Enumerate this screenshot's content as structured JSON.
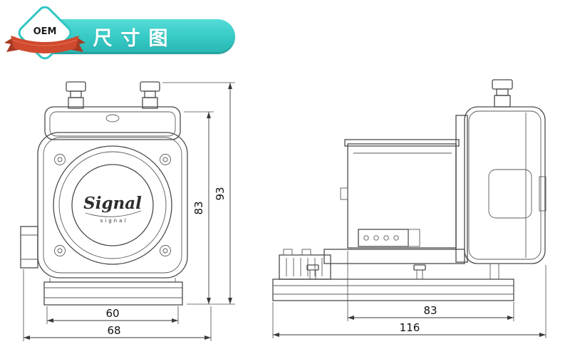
{
  "badge": {
    "label": "OEM"
  },
  "banner": {
    "title": "尺寸图"
  },
  "drawing": {
    "logo": {
      "brand": "Signal",
      "sub": "signal"
    },
    "front_view": {
      "dim_height_inner": "83",
      "dim_height_outer": "93",
      "dim_width_inner": "60",
      "dim_width_outer": "68"
    },
    "side_view": {
      "dim_width_inner": "83",
      "dim_width_outer": "116"
    }
  },
  "colors": {
    "banner_teal": "#35c8c4",
    "badge_border": "#2fc5c3",
    "ribbon_red": "#cf4a2e",
    "line_gray": "#4a4a4a"
  }
}
